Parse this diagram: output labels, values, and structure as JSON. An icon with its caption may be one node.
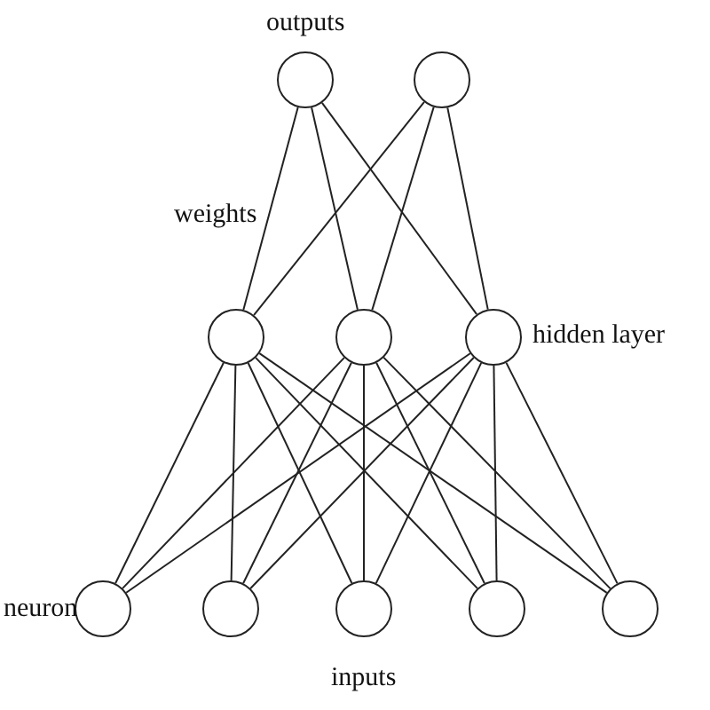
{
  "diagram": {
    "nodes": [
      {
        "text": [],
        "shape": "circle"
      },
      {
        "text": [],
        "shape": "circle"
      },
      {
        "text": [],
        "shape": "circle"
      },
      {
        "text": [],
        "shape": "circle"
      },
      {
        "text": [],
        "shape": "circle"
      },
      {
        "text": [],
        "shape": "circle"
      },
      {
        "text": [],
        "shape": "circle"
      },
      {
        "text": [],
        "shape": "circle"
      },
      {
        "text": [],
        "shape": "circle"
      },
      {
        "text": [],
        "shape": "circle"
      }
    ],
    "edges": [
      {
        "from": 0,
        "to": 2,
        "arrow": "none"
      },
      {
        "from": 0,
        "to": 3,
        "arrow": "none"
      },
      {
        "from": 0,
        "to": 4,
        "arrow": "none"
      },
      {
        "from": 1,
        "to": 2,
        "arrow": "none"
      },
      {
        "from": 1,
        "to": 3,
        "arrow": "none"
      },
      {
        "from": 1,
        "to": 4,
        "arrow": "none"
      },
      {
        "from": 2,
        "to": 5,
        "arrow": "none"
      },
      {
        "from": 2,
        "to": 6,
        "arrow": "none"
      },
      {
        "from": 2,
        "to": 7,
        "arrow": "none"
      },
      {
        "from": 2,
        "to": 8,
        "arrow": "none"
      },
      {
        "from": 2,
        "to": 9,
        "arrow": "none"
      },
      {
        "from": 3,
        "to": 5,
        "arrow": "none"
      },
      {
        "from": 3,
        "to": 6,
        "arrow": "none"
      },
      {
        "from": 3,
        "to": 7,
        "arrow": "none"
      },
      {
        "from": 3,
        "to": 8,
        "arrow": "none"
      },
      {
        "from": 3,
        "to": 9,
        "arrow": "none"
      },
      {
        "from": 4,
        "to": 5,
        "arrow": "none"
      },
      {
        "from": 4,
        "to": 6,
        "arrow": "none"
      },
      {
        "from": 4,
        "to": 7,
        "arrow": "none"
      },
      {
        "from": 4,
        "to": 8,
        "arrow": "none"
      },
      {
        "from": 4,
        "to": 9,
        "arrow": "none"
      }
    ],
    "labels": [
      "outputs",
      "weights",
      "hidden layer",
      "neuron",
      "inputs"
    ]
  }
}
